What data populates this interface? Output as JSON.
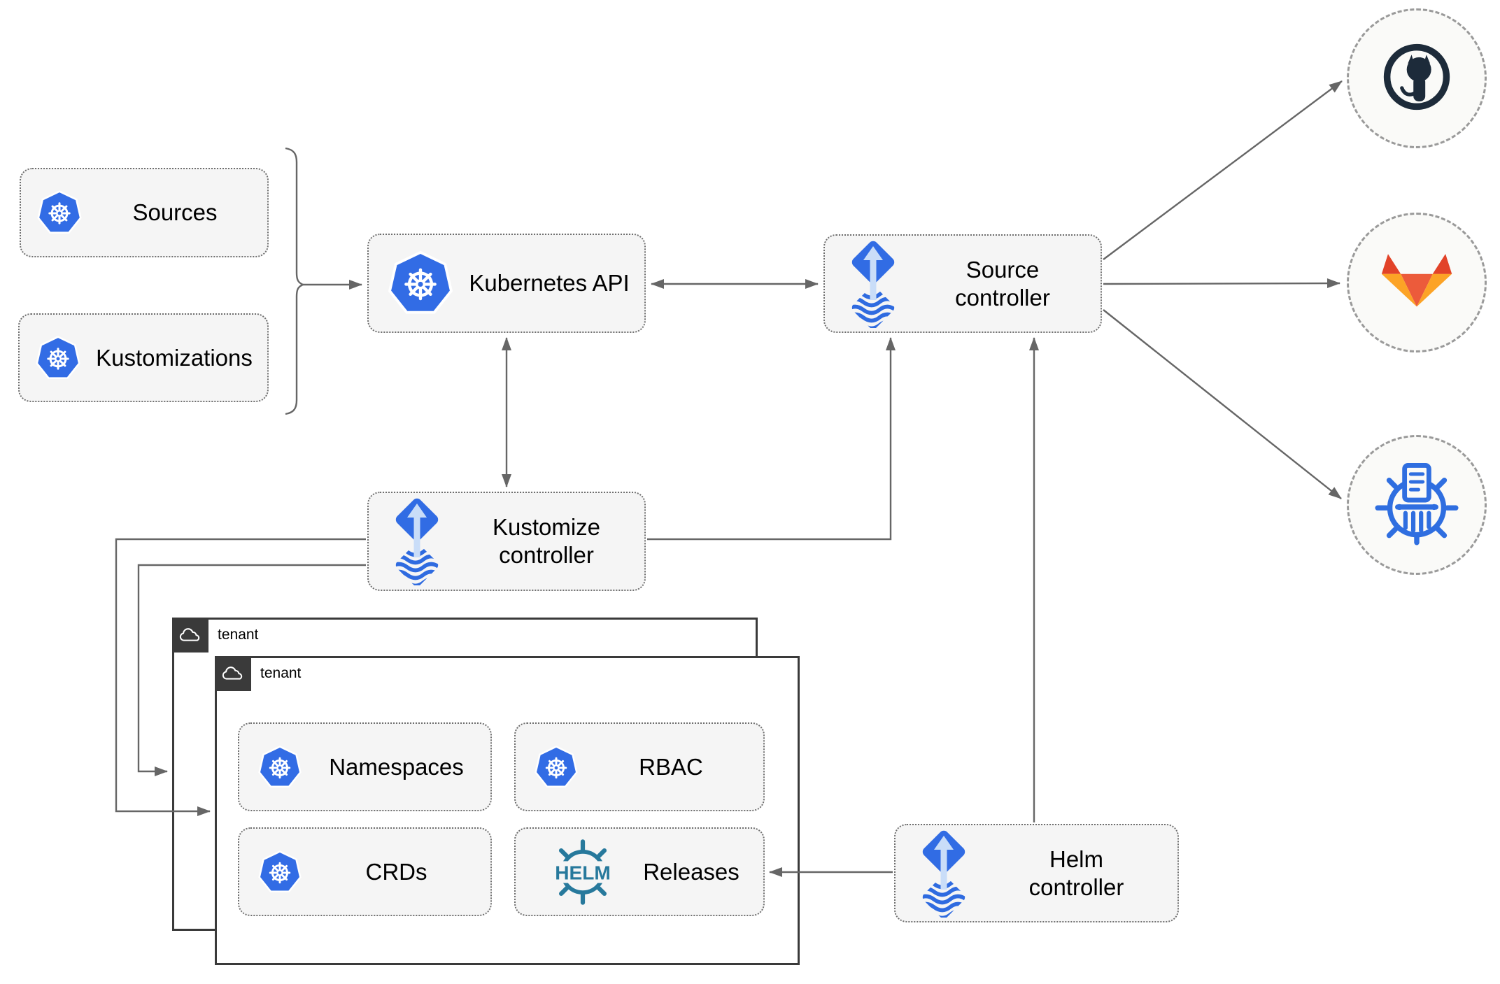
{
  "boxes": {
    "sources": {
      "label": "Sources"
    },
    "kustomizations": {
      "label": "Kustomizations"
    },
    "kubernetes_api": {
      "label": "Kubernetes API"
    },
    "source_controller": {
      "line1": "Source",
      "line2": "controller"
    },
    "kustomize_controller": {
      "line1": "Kustomize",
      "line2": "controller"
    },
    "helm_controller": {
      "line1": "Helm",
      "line2": "controller"
    }
  },
  "tenants": {
    "back_label": "tenant",
    "front_label": "tenant"
  },
  "tenant_items": [
    {
      "label": "Namespaces",
      "icon": "kubernetes-icon"
    },
    {
      "label": "RBAC",
      "icon": "kubernetes-icon"
    },
    {
      "label": "CRDs",
      "icon": "kubernetes-icon"
    },
    {
      "label": "Releases",
      "icon": "helm-icon",
      "logo_text": "HELM"
    }
  ],
  "remotes": [
    {
      "name": "github-icon"
    },
    {
      "name": "gitlab-icon"
    },
    {
      "name": "chartmuseum-icon"
    }
  ],
  "colors": {
    "kubernetes_blue": "#326ce5",
    "flux_blue": "#316ce4",
    "flux_light": "#c9ddf8",
    "helm_teal": "#27799c",
    "github_navy": "#1d2b3a",
    "gitlab_dark_orange": "#e24329",
    "gitlab_mid_orange": "#ec5b3b",
    "gitlab_light_orange": "#fca326",
    "chartmuseum_blue": "#2f6ee0",
    "connector_gray": "#666666",
    "box_fill": "#f5f5f5",
    "tenant_tab": "#3a3a3a"
  }
}
